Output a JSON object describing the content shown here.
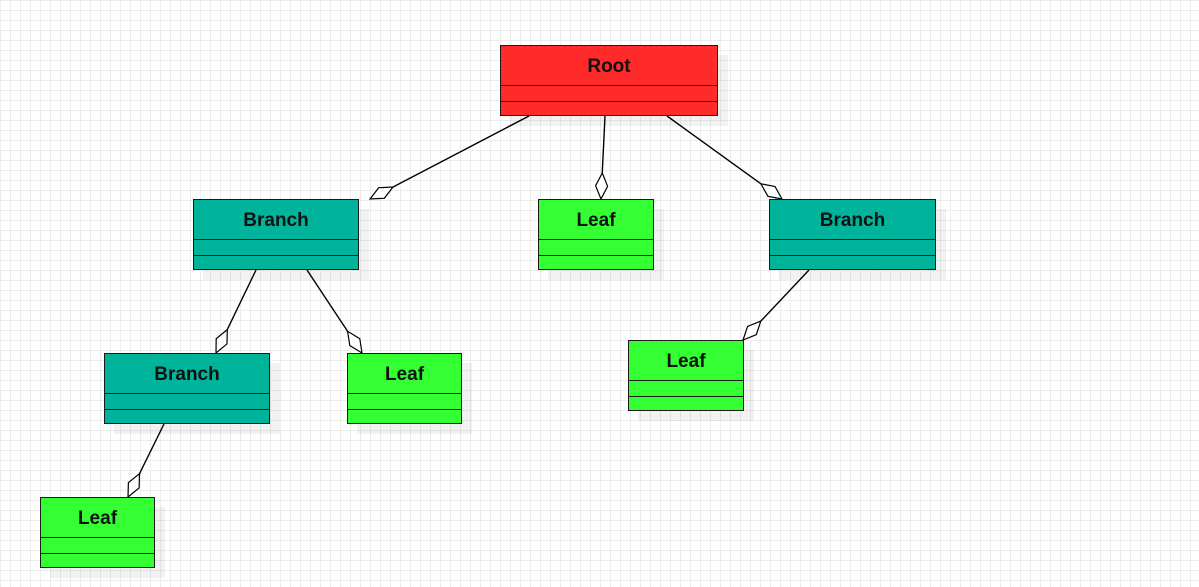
{
  "colors": {
    "root": "#ff2a2a",
    "branch": "#00b39b",
    "leaf": "#33ff33",
    "stroke": "#1a1a1a",
    "line": "#000000",
    "diamond_fill": "#ffffff"
  },
  "diagram": {
    "nodes": [
      {
        "id": "root",
        "label": "Root",
        "kind": "root"
      },
      {
        "id": "branch_a",
        "label": "Branch",
        "kind": "branch"
      },
      {
        "id": "leaf_a",
        "label": "Leaf",
        "kind": "leaf"
      },
      {
        "id": "branch_b",
        "label": "Branch",
        "kind": "branch"
      },
      {
        "id": "branch_c",
        "label": "Branch",
        "kind": "branch"
      },
      {
        "id": "leaf_b",
        "label": "Leaf",
        "kind": "leaf"
      },
      {
        "id": "leaf_c",
        "label": "Leaf",
        "kind": "leaf"
      },
      {
        "id": "leaf_d",
        "label": "Leaf",
        "kind": "leaf"
      }
    ],
    "edges": [
      {
        "from": "root",
        "to": "branch_a",
        "type": "aggregation"
      },
      {
        "from": "root",
        "to": "leaf_a",
        "type": "aggregation"
      },
      {
        "from": "root",
        "to": "branch_b",
        "type": "aggregation"
      },
      {
        "from": "branch_a",
        "to": "branch_c",
        "type": "aggregation"
      },
      {
        "from": "branch_a",
        "to": "leaf_b",
        "type": "aggregation"
      },
      {
        "from": "branch_b",
        "to": "leaf_c",
        "type": "aggregation"
      },
      {
        "from": "branch_c",
        "to": "leaf_d",
        "type": "aggregation"
      }
    ]
  }
}
